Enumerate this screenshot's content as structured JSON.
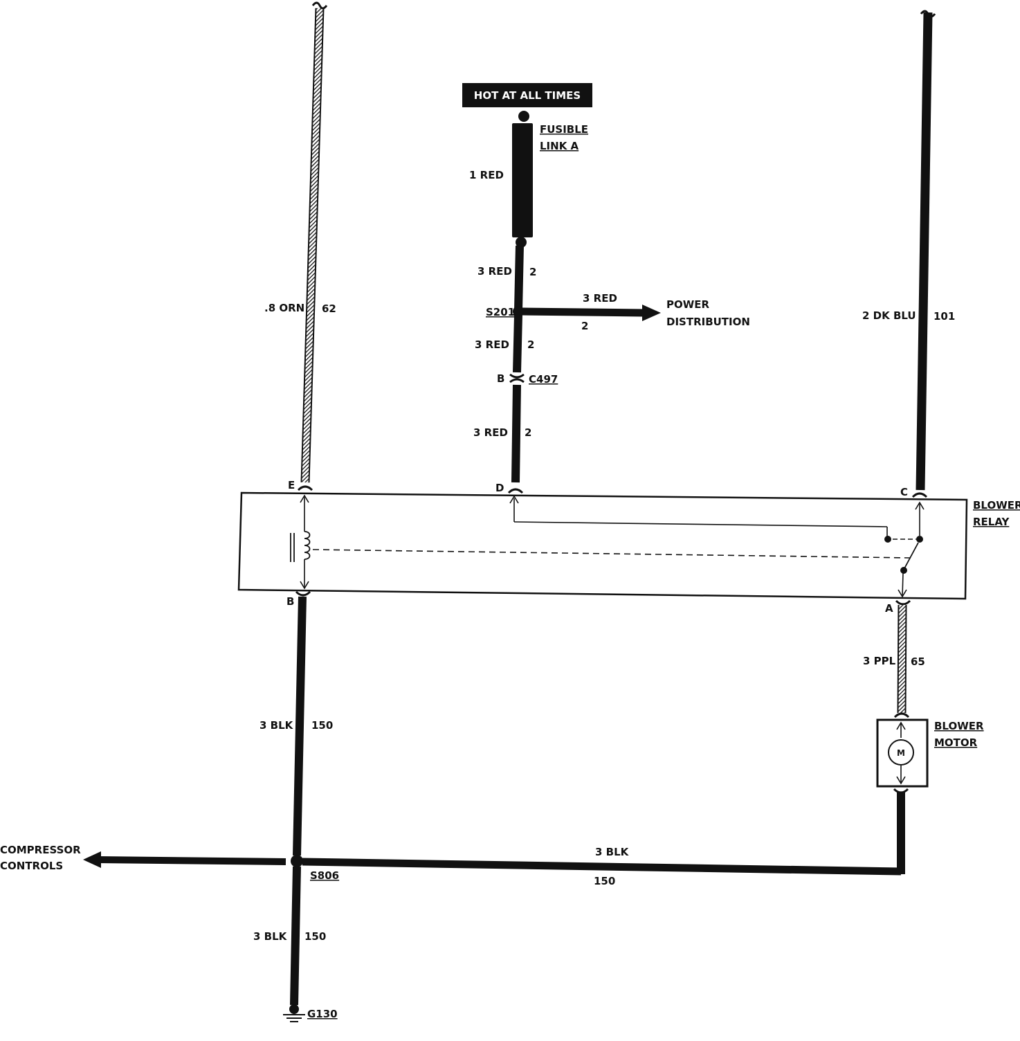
{
  "colors": {
    "ink": "#111111",
    "paper": "#ffffff",
    "hatched_wire": "#555555"
  },
  "header": {
    "hot_at_all_times": "HOT AT ALL TIMES"
  },
  "fusible_link": {
    "label_line1": "FUSIBLE",
    "label_line2": "LINK A",
    "wire": "1 RED"
  },
  "wires": {
    "red_top": {
      "gauge_color": "3 RED",
      "circuit": "2"
    },
    "red_mid": {
      "gauge_color": "3 RED",
      "circuit": "2"
    },
    "red_low": {
      "gauge_color": "3 RED",
      "circuit": "2"
    },
    "power_branch": {
      "gauge_color": "3 RED",
      "circuit": "2"
    },
    "orange": {
      "gauge_color": ".8 ORN",
      "circuit": "62"
    },
    "dark_blue": {
      "gauge_color": "2 DK BLU",
      "circuit": "101"
    },
    "purple": {
      "gauge_color": "3 PPL",
      "circuit": "65"
    },
    "black_upper": {
      "gauge_color": "3 BLK",
      "circuit": "150"
    },
    "black_lower": {
      "gauge_color": "3 BLK",
      "circuit": "150"
    },
    "black_horizontal": {
      "gauge_color": "3 BLK",
      "circuit": "150"
    }
  },
  "splices": {
    "s201": "S201",
    "s806": "S806"
  },
  "connector": {
    "c497_name": "C497",
    "c497_pin": "B"
  },
  "ground": "G130",
  "power_distribution": {
    "line1": "POWER",
    "line2": "DISTRIBUTION"
  },
  "compressor_controls": {
    "line1": "COMPRESSOR",
    "line2": "CONTROLS"
  },
  "blower_relay": {
    "label_line1": "BLOWER",
    "label_line2": "RELAY",
    "pins": {
      "e": "E",
      "d": "D",
      "c": "C",
      "b": "B",
      "a": "A"
    }
  },
  "blower_motor": {
    "label_line1": "BLOWER",
    "label_line2": "MOTOR",
    "symbol": "M"
  }
}
